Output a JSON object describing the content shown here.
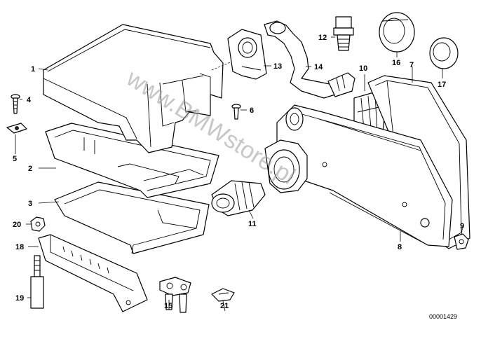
{
  "diagram": {
    "watermark": "www.BMWstore.pl",
    "document_id": "00001429",
    "callouts": {
      "c1": "1",
      "c2": "2",
      "c3": "3",
      "c4": "4",
      "c5": "5",
      "c6": "6",
      "c7": "7",
      "c8": "8",
      "c9": "9",
      "c10": "10",
      "c11": "11",
      "c12": "12",
      "c13": "13",
      "c14": "14",
      "c15": "15",
      "c16": "16",
      "c17": "17",
      "c18": "18",
      "c19": "19",
      "c20": "20",
      "c21": "21"
    }
  }
}
